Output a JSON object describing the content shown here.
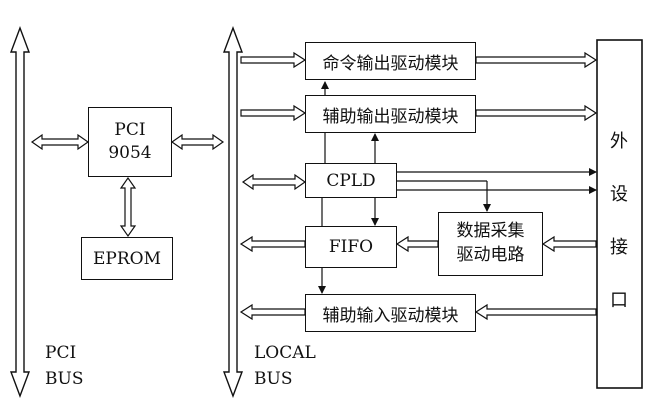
{
  "buses": {
    "pci_bus": {
      "line1": "PCI",
      "line2": "BUS"
    },
    "local_bus": {
      "line1": "LOCAL",
      "line2": "BUS"
    }
  },
  "blocks": {
    "pci9054": {
      "line1": "PCI",
      "line2": "9054"
    },
    "eprom": "EPROM",
    "cmd_out": "命令输出驱动模块",
    "aux_out": "辅助输出驱动模块",
    "cpld": "CPLD",
    "fifo": "FIFO",
    "daq": {
      "line1": "数据采集",
      "line2": "驱动电路"
    },
    "aux_in": "辅助输入驱动模块",
    "peripheral": [
      "外",
      "设",
      "接",
      "口"
    ]
  }
}
